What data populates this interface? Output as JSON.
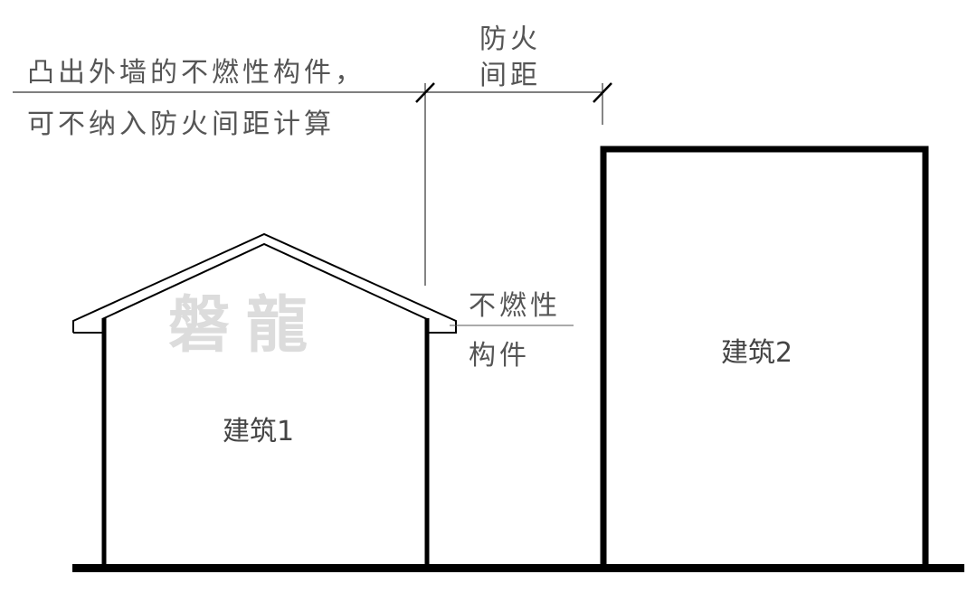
{
  "annotation": {
    "line1": "凸出外墙的不燃性构件，",
    "line2": "可不纳入防火间距计算"
  },
  "dimension": {
    "label_line1": "防火",
    "label_line2": "间距"
  },
  "component_label": {
    "line1": "不燃性",
    "line2": "构件"
  },
  "buildings": [
    {
      "name": "建筑1"
    },
    {
      "name": "建筑2"
    }
  ],
  "watermark": "磐龍",
  "colors": {
    "line": "#000000",
    "text": "#555555",
    "watermark": "#dcdcdc",
    "background": "#ffffff"
  }
}
